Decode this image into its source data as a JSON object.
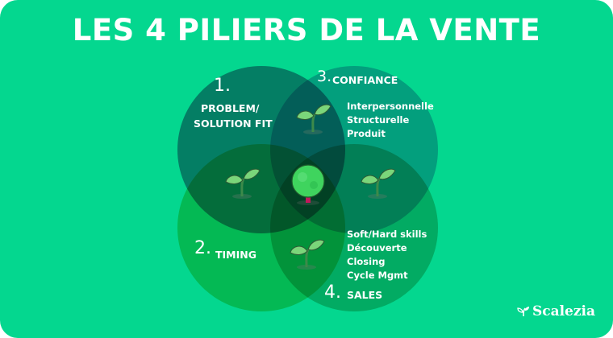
{
  "title": "LES 4 PILIERS DE LA VENTE",
  "pillars": [
    {
      "number": "1.",
      "name_line1": "PROBLEM/",
      "name_line2": "SOLUTION FIT",
      "color": "#ef8fae"
    },
    {
      "number": "2.",
      "name": "TIMING",
      "color": "#f3d88a"
    },
    {
      "number": "3.",
      "name": "CONFIANCE",
      "color": "#8fb6dc",
      "items": [
        "Interpersonnelle",
        "Structurelle",
        "Produit"
      ]
    },
    {
      "number": "4.",
      "name": "SALES",
      "color": "#6fc6a8",
      "items": [
        "Soft/Hard skills",
        "Découverte",
        "Closing",
        "Cycle Mgmt"
      ]
    }
  ],
  "logo": "Scalezia",
  "background": "#04d78f"
}
